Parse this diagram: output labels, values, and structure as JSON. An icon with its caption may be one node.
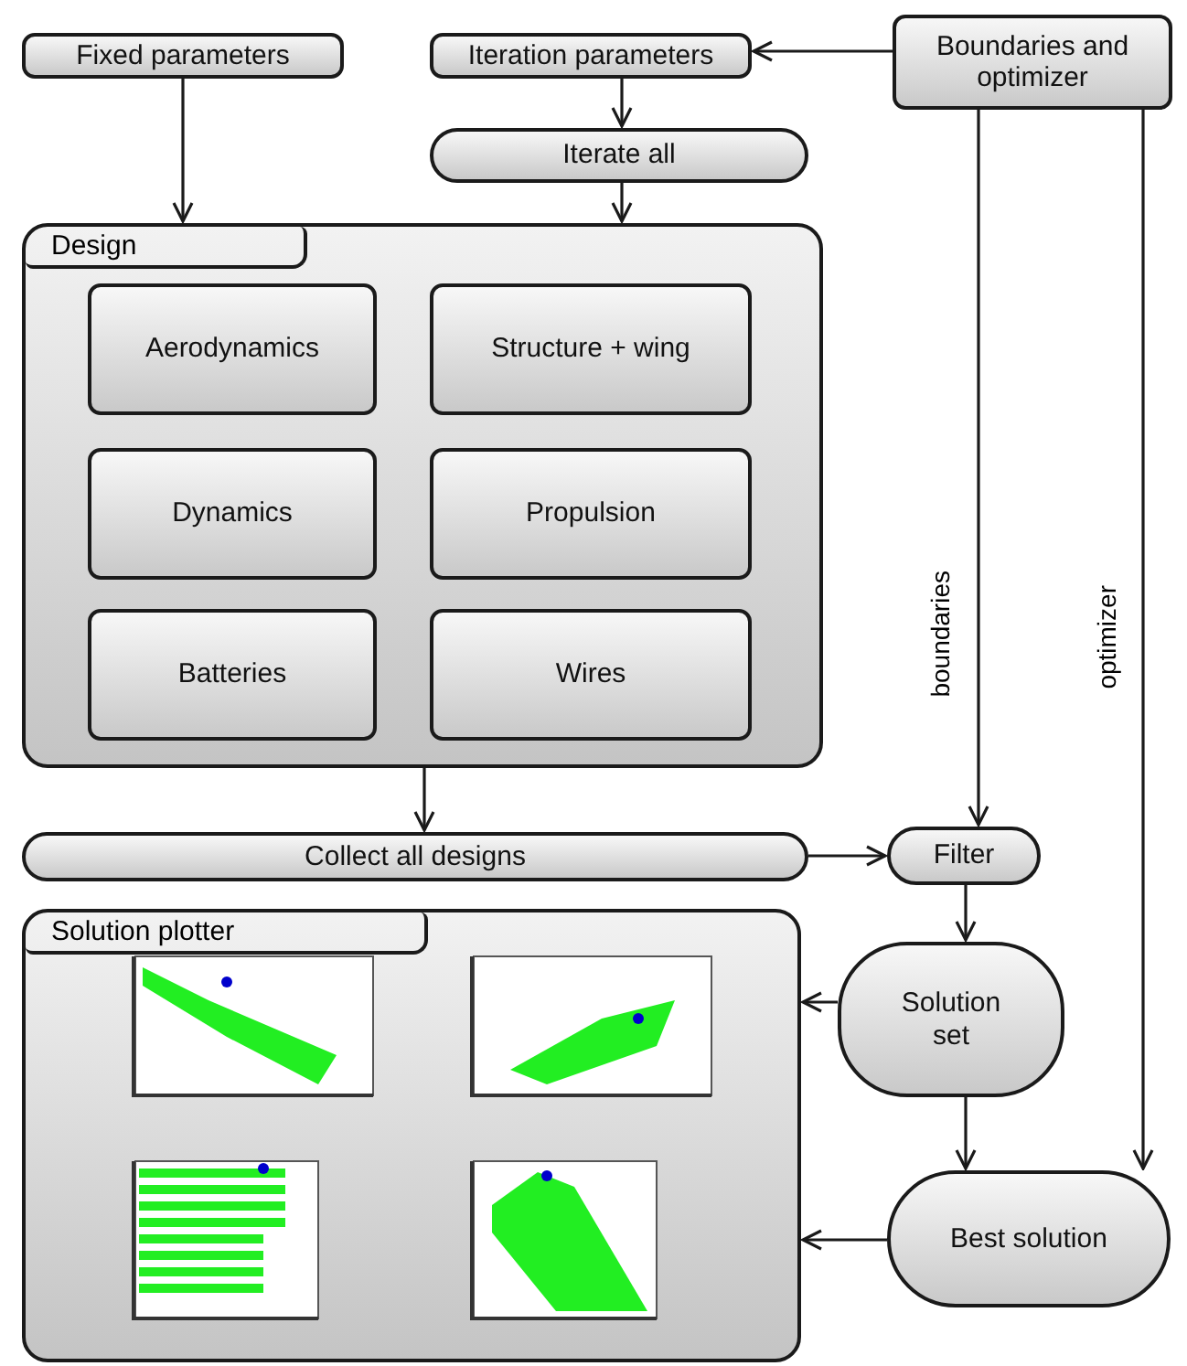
{
  "diagram": {
    "nodes": [
      {
        "text": [
          "Fixed parameters"
        ]
      },
      {
        "text": [
          "Iteration parameters"
        ]
      },
      {
        "text": [
          "Boundaries and optimizer"
        ]
      },
      {
        "text": [
          "Iterate all"
        ]
      },
      {
        "text": [
          "Design"
        ]
      },
      {
        "text": [
          "Aerodynamics"
        ],
        "in": 4
      },
      {
        "text": [
          "Structure + wing"
        ],
        "in": 4
      },
      {
        "text": [
          "Dynamics"
        ],
        "in": 4
      },
      {
        "text": [
          "Propulsion"
        ],
        "in": 4
      },
      {
        "text": [
          "Batteries"
        ],
        "in": 4
      },
      {
        "text": [
          "Wires"
        ],
        "in": 4
      },
      {
        "text": [
          "Collect all designs"
        ]
      },
      {
        "text": [
          "Filter"
        ]
      },
      {
        "text": [
          "Solution plotter"
        ]
      },
      {
        "text": [
          "Solution set"
        ]
      },
      {
        "text": [
          "Best solution"
        ]
      }
    ],
    "edges": [
      {
        "from": 0,
        "to": 4,
        "arrow": "to"
      },
      {
        "from": 2,
        "to": 1,
        "arrow": "to"
      },
      {
        "from": 1,
        "to": 3,
        "arrow": "to"
      },
      {
        "from": 3,
        "to": 4,
        "arrow": "to"
      },
      {
        "from": 2,
        "to": 12,
        "arrow": "to",
        "label": "boundaries"
      },
      {
        "from": 2,
        "to": 15,
        "arrow": "to",
        "label": "optimizer"
      },
      {
        "from": 4,
        "to": 11,
        "arrow": "to"
      },
      {
        "from": 11,
        "to": 12,
        "arrow": "to"
      },
      {
        "from": 12,
        "to": 14,
        "arrow": "to"
      },
      {
        "from": 14,
        "to": 13,
        "arrow": "to"
      },
      {
        "from": 14,
        "to": 15,
        "arrow": "to"
      },
      {
        "from": 15,
        "to": 13,
        "arrow": "to"
      }
    ]
  }
}
